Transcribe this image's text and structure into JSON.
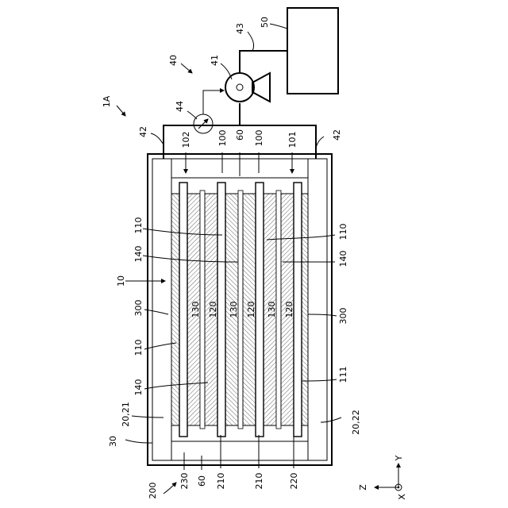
{
  "figure": {
    "ref_1A": "1A",
    "ref_10": "10",
    "ref_30": "30",
    "ref_40": "40",
    "ref_41": "41",
    "ref_42_left": "42",
    "ref_42_right": "42",
    "ref_43": "43",
    "ref_44": "44",
    "ref_50": "50",
    "ref_60_top": "60",
    "ref_60_bottom": "60",
    "ref_100_a": "100",
    "ref_100_b": "100",
    "ref_101": "101",
    "ref_102": "102",
    "ref_110_l1": "110",
    "ref_110_r": "110",
    "ref_110_l2": "110",
    "ref_111": "111",
    "ref_120_a": "120",
    "ref_120_b": "120",
    "ref_120_c": "120",
    "ref_130_a": "130",
    "ref_130_b": "130",
    "ref_130_c": "130",
    "ref_140_l1": "140",
    "ref_140_r": "140",
    "ref_140_l2": "140",
    "ref_200": "200",
    "ref_20_21": "20,21",
    "ref_20_22": "20,22",
    "ref_210_a": "210",
    "ref_210_b": "210",
    "ref_220": "220",
    "ref_230": "230",
    "ref_300_l": "300",
    "ref_300_r": "300"
  },
  "axes": {
    "y": "Y",
    "z": "Z",
    "x": "X"
  }
}
